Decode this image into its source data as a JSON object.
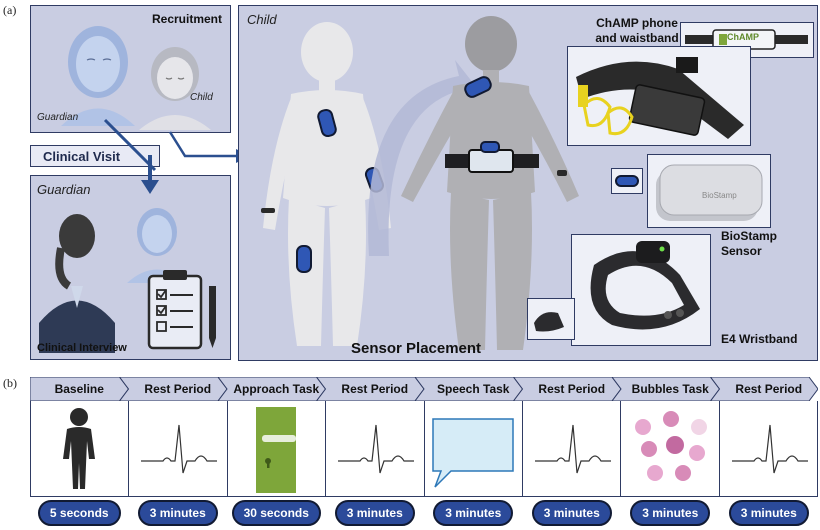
{
  "labels": {
    "panel_a": "(a)",
    "panel_b": "(b)",
    "recruitment": "Recruitment",
    "guardian_small": "Guardian",
    "child_small": "Child",
    "clinical_visit": "Clinical Visit",
    "guardian_title": "Guardian",
    "clinical_interview": "Clinical Interview",
    "child_title": "Child",
    "sensor_placement": "Sensor Placement",
    "champ_line1": "ChAMP phone",
    "champ_line2": "and waistband",
    "champ_logo": "ChAMP",
    "biostamp_line1": "BioStamp",
    "biostamp_line2": "Sensor",
    "biostamp_device": "BioStamp",
    "e4": "E4 Wristband"
  },
  "timeline": {
    "tasks": [
      {
        "label": "Baseline",
        "duration": "5 seconds",
        "icon": "person-silhouette-icon"
      },
      {
        "label": "Rest Period",
        "duration": "3 minutes",
        "icon": "ecg-waveform-icon"
      },
      {
        "label": "Approach Task",
        "duration": "30 seconds",
        "icon": "door-icon"
      },
      {
        "label": "Rest Period",
        "duration": "3 minutes",
        "icon": "ecg-waveform-icon"
      },
      {
        "label": "Speech Task",
        "duration": "3 minutes",
        "icon": "speech-bubble-icon"
      },
      {
        "label": "Rest Period",
        "duration": "3 minutes",
        "icon": "ecg-waveform-icon"
      },
      {
        "label": "Bubbles Task",
        "duration": "3 minutes",
        "icon": "bubbles-icon"
      },
      {
        "label": "Rest Period",
        "duration": "3 minutes",
        "icon": "ecg-waveform-icon"
      }
    ]
  },
  "colors": {
    "panel_fill": "#c9cde2",
    "border": "#2f3b63",
    "arrow": "#2b4f8f",
    "sensor_blue": "#2f57b5",
    "door_green": "#7ea63a",
    "speech_fill": "#d6ecf7",
    "bubble_pink": "#d88bb8",
    "duration_fill": "#2b4a9a"
  }
}
